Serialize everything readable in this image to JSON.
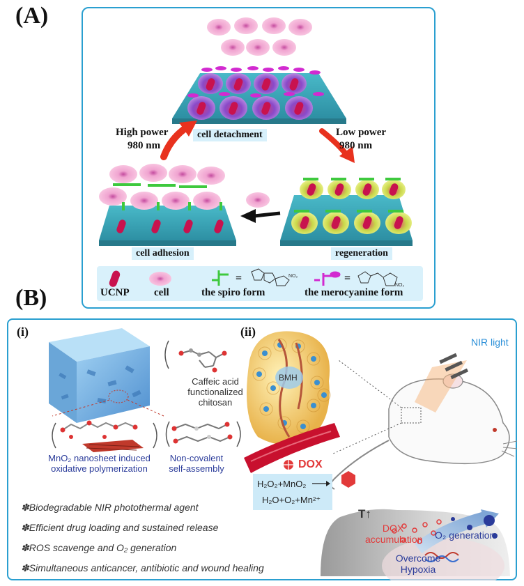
{
  "panels": {
    "a_label": "(A)",
    "b_label": "(B)"
  },
  "panel_a": {
    "cell_detachment": "cell detachment",
    "high_power": "High power",
    "high_power_nm": "980 nm",
    "low_power": "Low power",
    "low_power_nm": "980 nm",
    "cell_adhesion": "cell adhesion",
    "regeneration": "regeneration",
    "legend": {
      "ucnp": "UCNP",
      "cell": "cell",
      "equals": "=",
      "spiro_form": "the spiro form",
      "merocyanine_form": "the merocyanine form",
      "no2": "NO₂"
    }
  },
  "panel_b": {
    "sub_i": "(i)",
    "sub_ii": "(ii)",
    "caffeic_line1": "Caffeic acid",
    "caffeic_line2": "functionalized chitosan",
    "mno2_line1": "MnO₂ nanosheet induced",
    "mno2_line2": "oxidative polymerization",
    "noncov_line1": "Non-covalent",
    "noncov_line2": "self-assembly",
    "bmh": "BMH",
    "dox": "DOX",
    "nir_light": "NIR light",
    "reaction_line1": "H₂O₂+MnO₂",
    "reaction_line2": "H₂O+O₂+Mn²⁺",
    "temp_up": "T↑",
    "dox_acc_line1": "DOX",
    "dox_acc_line2": "accumulation",
    "o2_generation": "O₂ generation",
    "overcome_line1": "Overcome",
    "overcome_line2": "Hypoxia",
    "bullets": [
      "✽Biodegradable NIR photothermal agent",
      "✽Efficient drug loading and sustained release",
      "✽ROS scavenge and O₂ generation",
      "✽Simultaneous anticancer, antibiotic and wound healing"
    ]
  },
  "colors": {
    "frame": "#2a9fd0",
    "cell_pink": "#f4a9cf",
    "ucnp_red": "#c8124e",
    "surface_teal": "#3aa7b8",
    "spiro_green": "#3ec93e",
    "mero_magenta": "#d22ad0",
    "arrow_red": "#e8321e",
    "dox_red": "#e23a3a",
    "nir_blue": "#2a8fd8"
  }
}
